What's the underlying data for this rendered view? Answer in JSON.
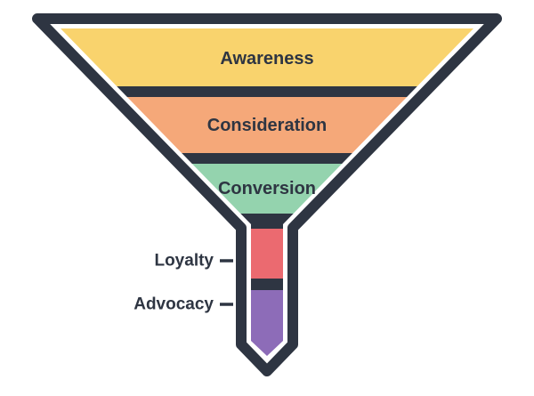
{
  "diagram": {
    "type": "funnel",
    "background_color": "#ffffff",
    "outline_color": "#2e3542",
    "label_color": "#2e3542",
    "stages": [
      {
        "label": "Awareness",
        "color": "#f9d36d",
        "label_placement": "inside"
      },
      {
        "label": "Consideration",
        "color": "#f5a879",
        "label_placement": "inside"
      },
      {
        "label": "Conversion",
        "color": "#94d3ae",
        "label_placement": "inside"
      },
      {
        "label": "Loyalty",
        "color": "#eb6a70",
        "label_placement": "outside-left"
      },
      {
        "label": "Advocacy",
        "color": "#8d6cb8",
        "label_placement": "outside-left"
      }
    ]
  }
}
